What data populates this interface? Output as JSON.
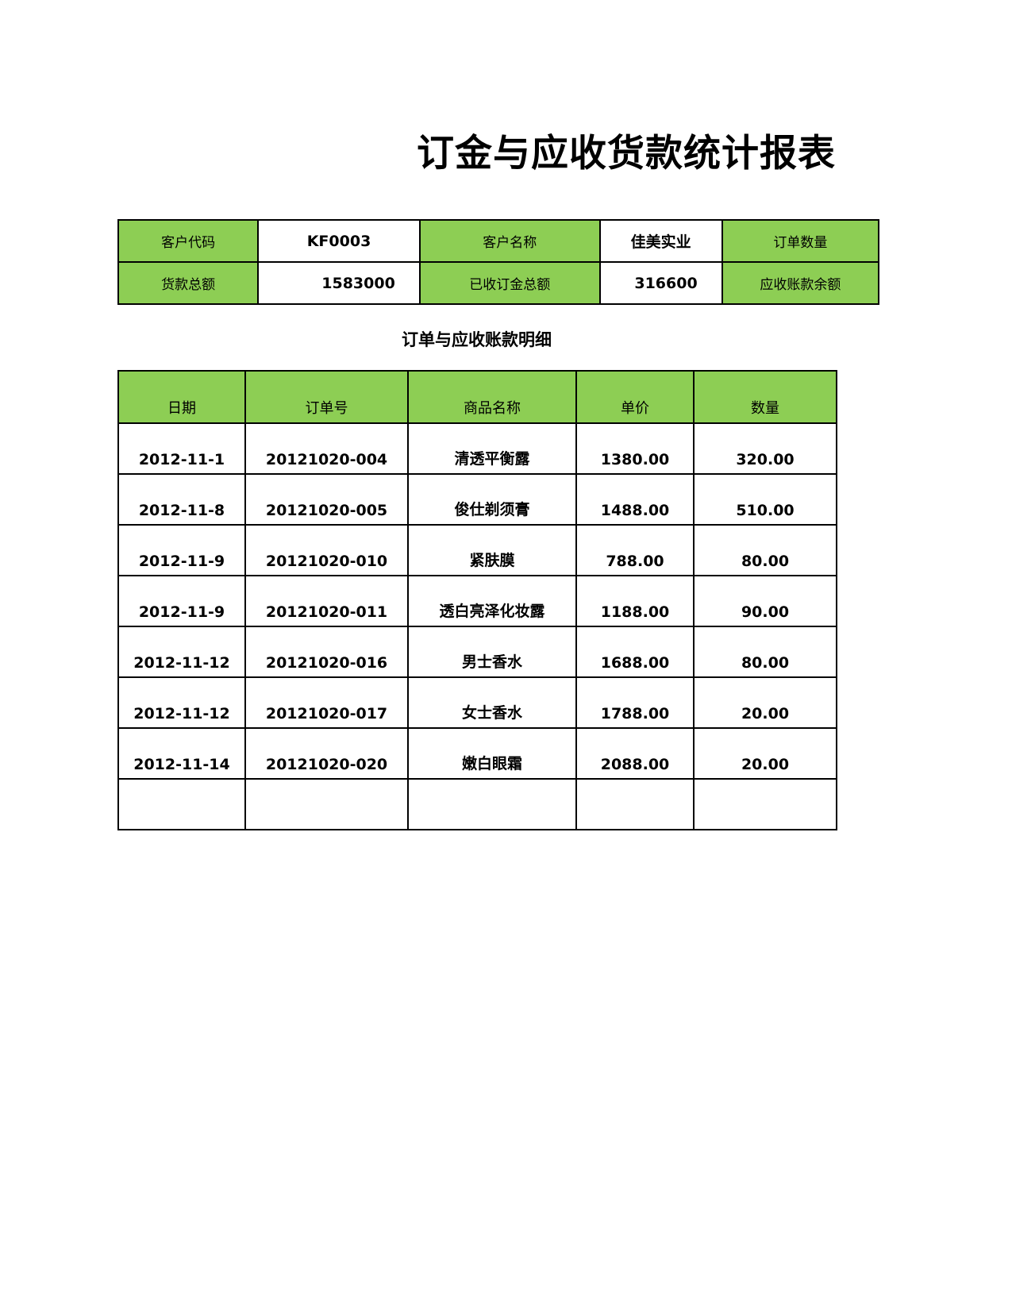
{
  "title": "订金与应收货款统计报表",
  "summary": {
    "rows": [
      [
        {
          "type": "label",
          "text": "客户代码"
        },
        {
          "type": "value",
          "text": "KF0003",
          "align": "center"
        },
        {
          "type": "label",
          "text": "客户名称"
        },
        {
          "type": "value",
          "text": "佳美实业",
          "align": "center"
        },
        {
          "type": "label",
          "text": "订单数量"
        }
      ],
      [
        {
          "type": "label",
          "text": "货款总额"
        },
        {
          "type": "value",
          "text": "1583000",
          "align": "right"
        },
        {
          "type": "label",
          "text": "已收订金总额"
        },
        {
          "type": "value",
          "text": "316600",
          "align": "right"
        },
        {
          "type": "label",
          "text": "应收账款余额"
        }
      ]
    ]
  },
  "detail": {
    "subtitle": "订单与应收账款明细",
    "columns": [
      "日期",
      "订单号",
      "商品名称",
      "单价",
      "数量"
    ],
    "rows": [
      [
        "2012-11-1",
        "20121020-004",
        "清透平衡露",
        "1380.00",
        "320.00"
      ],
      [
        "2012-11-8",
        "20121020-005",
        "俊仕剃须膏",
        "1488.00",
        "510.00"
      ],
      [
        "2012-11-9",
        "20121020-010",
        "紧肤膜",
        "788.00",
        "80.00"
      ],
      [
        "2012-11-9",
        "20121020-011",
        "透白亮泽化妆露",
        "1188.00",
        "90.00"
      ],
      [
        "2012-11-12",
        "20121020-016",
        "男士香水",
        "1688.00",
        "80.00"
      ],
      [
        "2012-11-12",
        "20121020-017",
        "女士香水",
        "1788.00",
        "20.00"
      ],
      [
        "2012-11-14",
        "20121020-020",
        "嫩白眼霜",
        "2088.00",
        "20.00"
      ],
      [
        "",
        "",
        "",
        "",
        ""
      ]
    ]
  },
  "colors": {
    "header_green": "#8DCE54",
    "border": "#000000",
    "text": "#000000",
    "background": "#FFFFFF"
  }
}
